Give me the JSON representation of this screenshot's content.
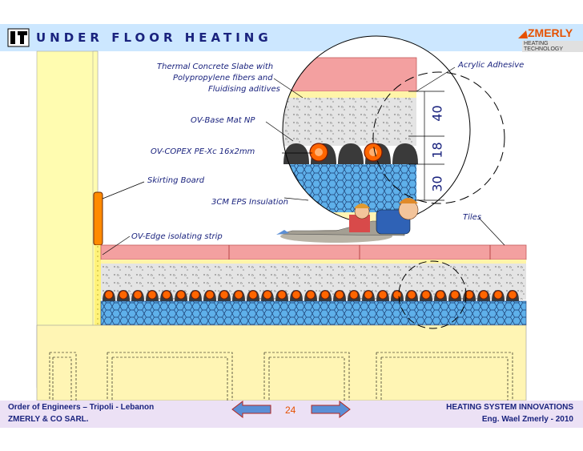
{
  "header": {
    "title": "UNDER FLOOR HEATING",
    "logo_text": "ZMERLY",
    "logo_subtitle": "HEATING TECHNOLOGY"
  },
  "diagram": {
    "labels": {
      "thermal_slab_1": "Thermal Concrete Slabe with",
      "thermal_slab_2": "Polypropylene fibers and",
      "thermal_slab_3": "Fluidising aditives",
      "acrylic": "Acrylic Adhesive",
      "base_mat": "OV-Base Mat NP",
      "copex": "OV-COPEX PE-Xc 16x2mm",
      "skirting": "Skirting Board",
      "eps": "3CM EPS Insulation",
      "tiles": "Tiles",
      "edge_strip": "OV-Edge isolating strip"
    },
    "dimensions": {
      "d40": "40",
      "d18": "18",
      "d30": "30"
    }
  },
  "footer": {
    "left_line1": "Order of Engineers – Tripoli - Lebanon",
    "left_line2": "ZMERLY & CO SARL.",
    "page_number": "24",
    "right_line1": "HEATING SYSTEM  INNOVATIONS",
    "right_line2": "Eng. Wael Zmerly - 2010"
  },
  "colors": {
    "title_bar": "#cce7ff",
    "footer_bar": "#ece1f5",
    "wall": "#fffcb0",
    "tile": "#f3a0a0",
    "screed": "#e2e2e2",
    "insulation": "#5eb0ea",
    "pipe": "#ff6600",
    "mat": "#3a3a3a",
    "slab": "#fff5b4",
    "text": "#1a237e"
  }
}
